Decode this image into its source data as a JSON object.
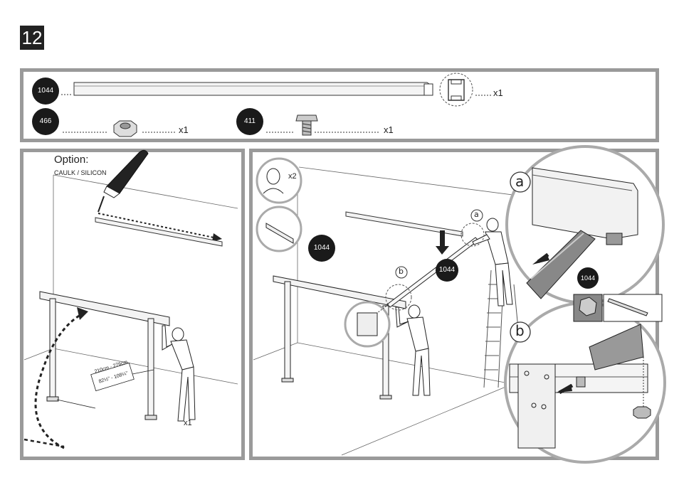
{
  "step_number": "12",
  "parts": {
    "rail": {
      "id": "1044",
      "qty": "x1"
    },
    "nut": {
      "id": "466",
      "qty": "x1"
    },
    "bolt": {
      "id": "411",
      "qty": "x1"
    }
  },
  "left_panel": {
    "option_title": "Option:",
    "option_sub": "CAULK / SILICON",
    "measure_metric": "210cm - 276cm",
    "measure_imperial": "82½\" - 108¼\"",
    "person_qty": "x1"
  },
  "right_panel": {
    "persons_qty": "x2",
    "part_label_1": "1044",
    "part_label_2": "1044",
    "part_label_3": "1044",
    "detail_a": "a",
    "detail_b": "b",
    "callout_a": "a",
    "callout_b": "b"
  }
}
